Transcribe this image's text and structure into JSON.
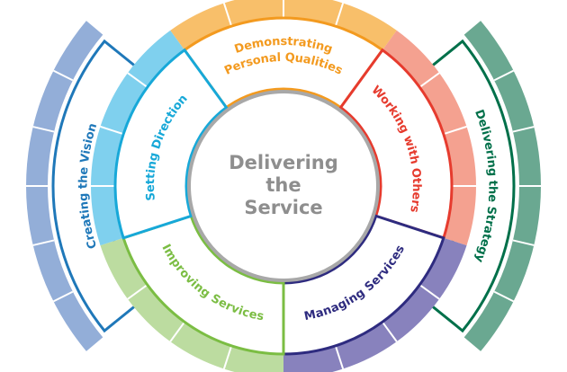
{
  "center": {
    "lines": [
      "Delivering",
      "the",
      "Service"
    ],
    "color": "#8e8e8e"
  },
  "segments": [
    {
      "id": "demonstrating-personal-qualities",
      "lines": [
        "Demonstrating",
        "Personal Qualities"
      ],
      "color": "#f39a1f",
      "light": "#f8bf6a"
    },
    {
      "id": "working-with-others",
      "lines": [
        "Working with Others"
      ],
      "color": "#e63b2e",
      "light": "#f4a190"
    },
    {
      "id": "managing-services",
      "lines": [
        "Managing Services"
      ],
      "color": "#2e2b7f",
      "light": "#8882bd"
    },
    {
      "id": "improving-services",
      "lines": [
        "Improving Services"
      ],
      "color": "#7bbd43",
      "light": "#bcdca0"
    },
    {
      "id": "setting-direction",
      "lines": [
        "Setting Direction"
      ],
      "color": "#17a8d8",
      "light": "#7fd0ee"
    }
  ],
  "sides": {
    "left": {
      "label": "Creating the Vision",
      "color": "#1f78b9",
      "light": "#93aed8"
    },
    "right": {
      "label": "Delivering the Strategy",
      "color": "#00704a",
      "light": "#6aa891"
    }
  }
}
